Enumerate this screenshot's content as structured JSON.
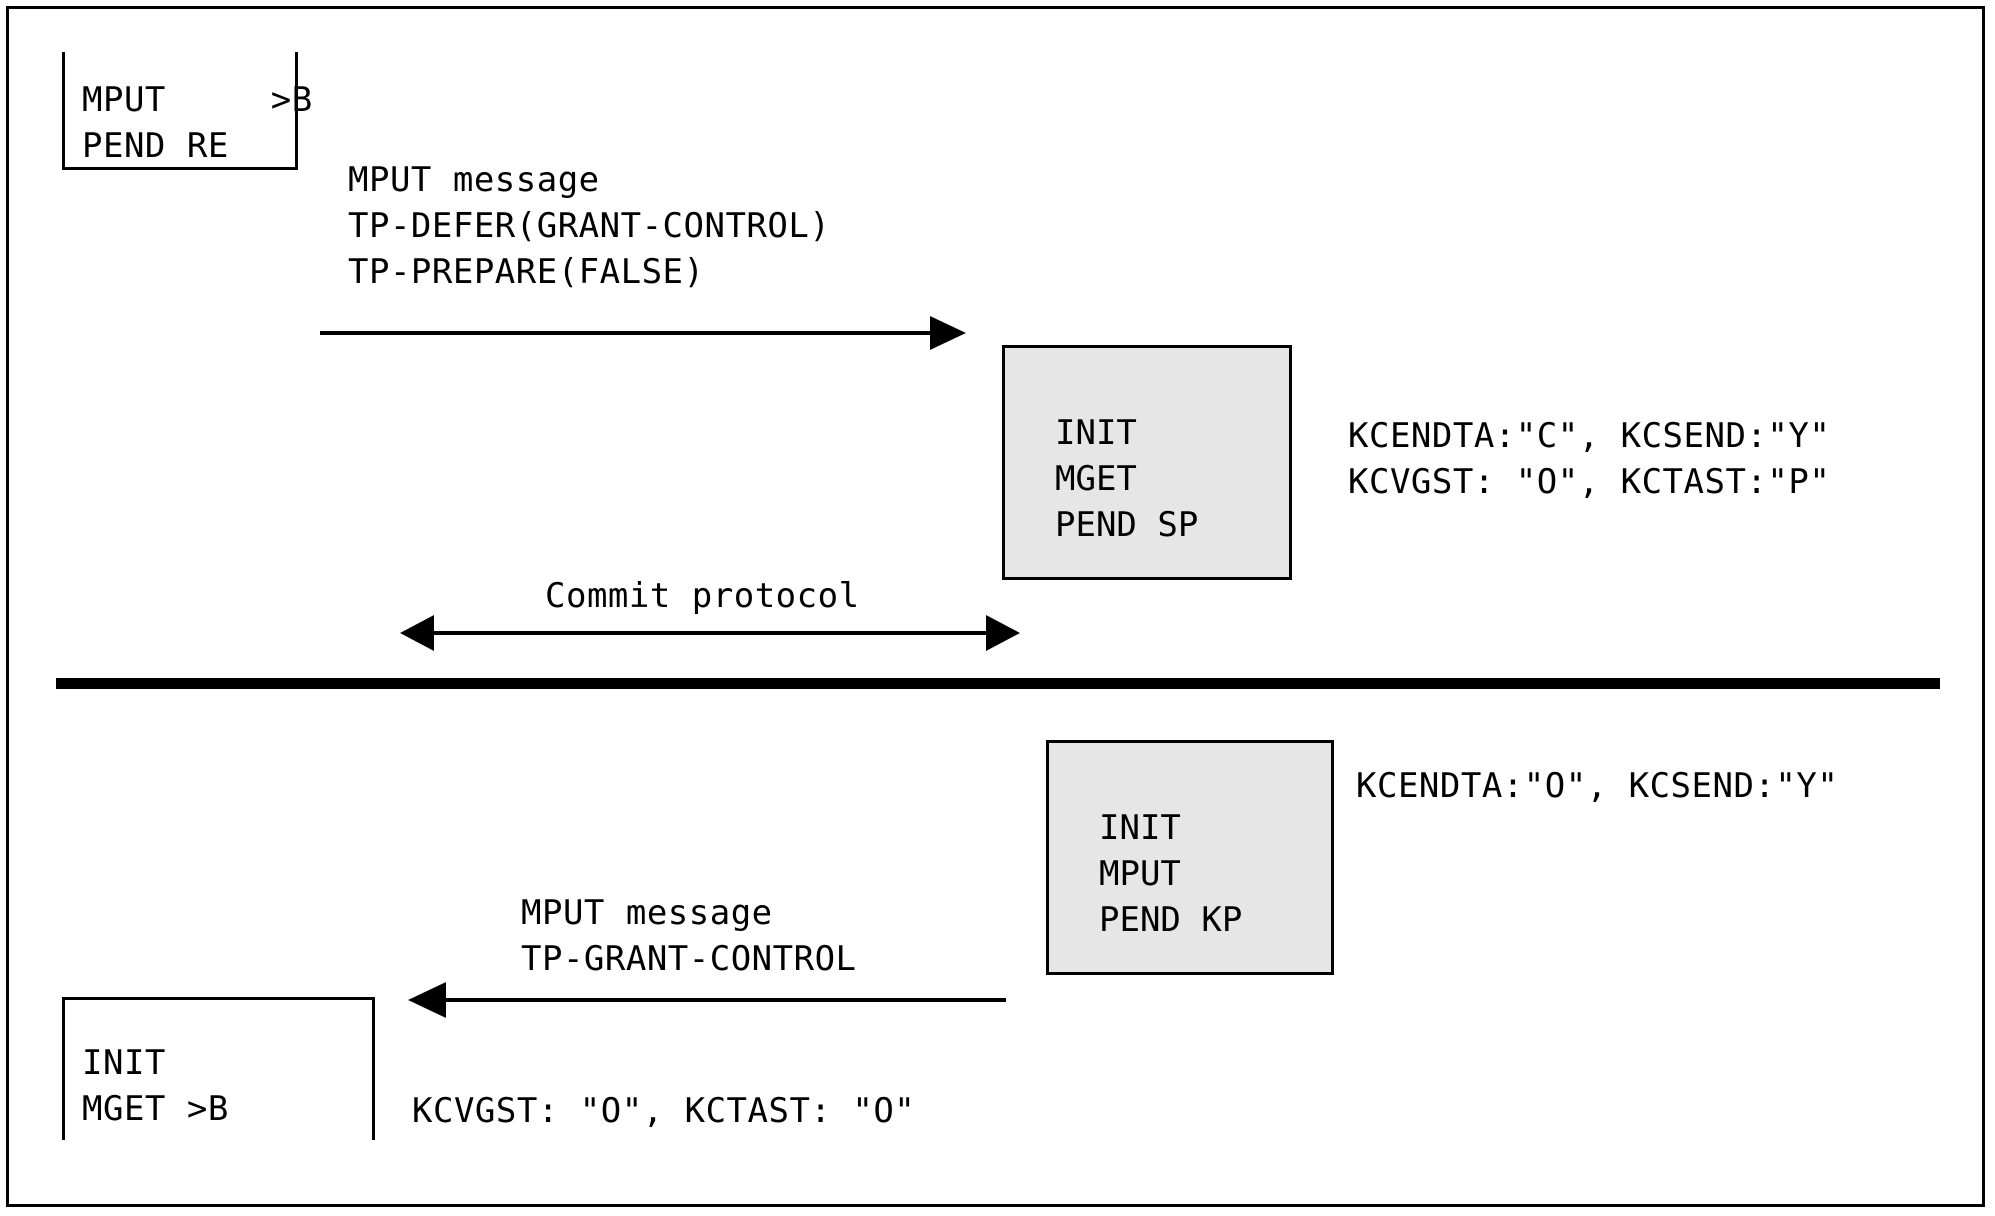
{
  "diagram": {
    "title": "MPUT/MGET conversation with commit protocol",
    "colors": {
      "line": "#000000",
      "gray_fill": "#e6e6e6",
      "background": "#ffffff"
    },
    "boxes": [
      {
        "id": "box-mput-pend-re",
        "style": "open-top",
        "lines": "MPUT     >B\nPEND RE"
      },
      {
        "id": "box-init-mget-pend-sp",
        "style": "gray",
        "lines": "INIT\nMGET\nPEND SP"
      },
      {
        "id": "box-init-mput-pend-kp",
        "style": "gray",
        "lines": "INIT\nMPUT\nPEND KP"
      },
      {
        "id": "box-init-mget-b",
        "style": "open-bottom",
        "lines": "INIT\nMGET >B"
      }
    ],
    "arrows": [
      {
        "id": "arrow-mput-message-right",
        "direction": "right",
        "label_lines": "MPUT message\nTP-DEFER(GRANT-CONTROL)\nTP-PREPARE(FALSE)"
      },
      {
        "id": "arrow-commit-protocol",
        "direction": "both",
        "label_lines": "Commit protocol"
      },
      {
        "id": "arrow-mput-message-left",
        "direction": "left",
        "label_lines": "MPUT message\nTP-GRANT-CONTROL"
      }
    ],
    "annotations": [
      {
        "id": "annotation-upper-right",
        "lines": "KCENDTA:\"C\", KCSEND:\"Y\"\nKCVGST: \"O\", KCTAST:\"P\""
      },
      {
        "id": "annotation-lower-right",
        "lines": "KCENDTA:\"O\", KCSEND:\"Y\""
      },
      {
        "id": "annotation-bottom-left",
        "lines": "KCVGST: \"O\", KCTAST: \"O\""
      }
    ],
    "divider": {
      "id": "phase-divider",
      "style": "thick-horizontal-rule"
    }
  },
  "text": {
    "box1_lines": "MPUT     >B\nPEND RE",
    "arrow1_label": "MPUT message\nTP-DEFER(GRANT-CONTROL)\nTP-PREPARE(FALSE)",
    "graybox1_lines": "INIT\nMGET\nPEND SP",
    "annot1_lines": "KCENDTA:\"C\", KCSEND:\"Y\"\nKCVGST: \"O\", KCTAST:\"P\"",
    "arrow2_label": "Commit protocol",
    "graybox2_lines": "INIT\nMPUT\nPEND KP",
    "annot2_lines": "KCENDTA:\"O\", KCSEND:\"Y\"",
    "arrow3_label": "MPUT message\nTP-GRANT-CONTROL",
    "box4_lines": "INIT\nMGET >B",
    "annot3_lines": "KCVGST: \"O\", KCTAST: \"O\""
  }
}
